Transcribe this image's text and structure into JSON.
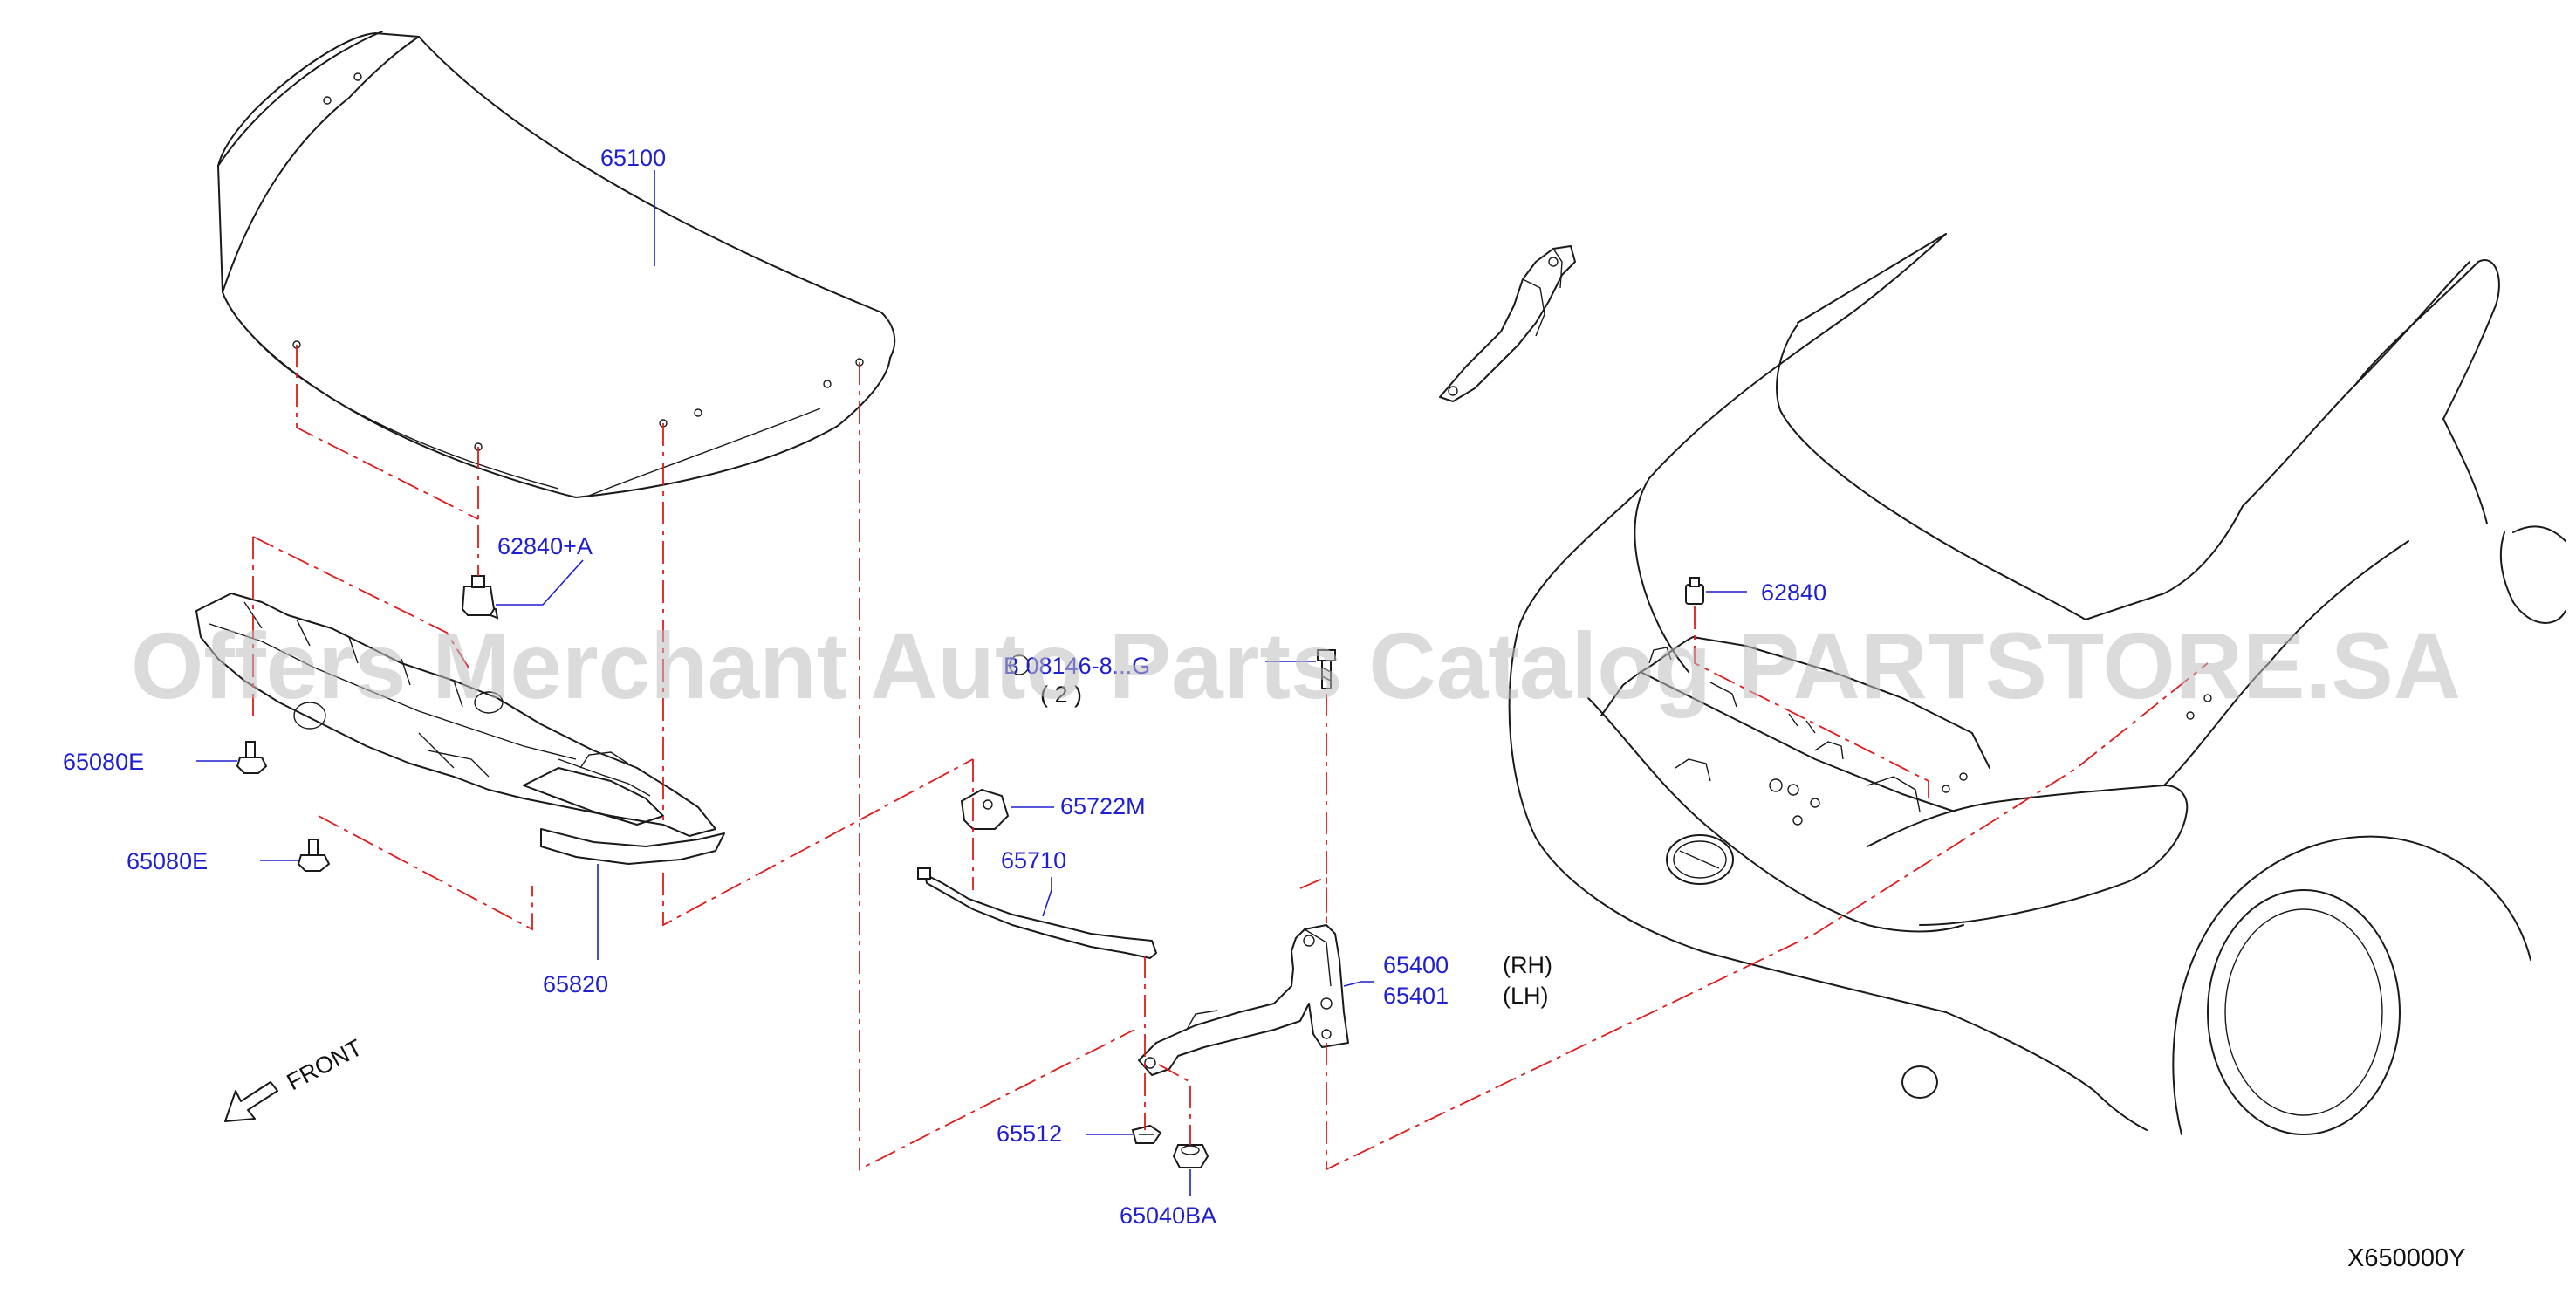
{
  "watermark": "Offers Merchant Auto Parts Catalog PARTSTORE.SA",
  "diagram_ref": "X650000Y",
  "front_label": "FRONT",
  "colors": {
    "part_number": "#1f1fd2",
    "phantom_line": "#e01b1b",
    "line_art": "#1a1a1a",
    "watermark": "#bdbdbd"
  },
  "parts": {
    "p65100": "65100",
    "p62840A": "62840+A",
    "p62840": "62840",
    "p65080E_1": "65080E",
    "p65080E_2": "65080E",
    "p65820": "65820",
    "p65722M": "65722M",
    "p65710": "65710",
    "p65400": "65400",
    "p65401": "65401",
    "p65512": "65512",
    "p65040BA": "65040BA",
    "bolt": "B 08146-8...G",
    "bolt_qty": "( 2 )"
  },
  "sides": {
    "rh": "(RH)",
    "lh": "(LH)"
  }
}
